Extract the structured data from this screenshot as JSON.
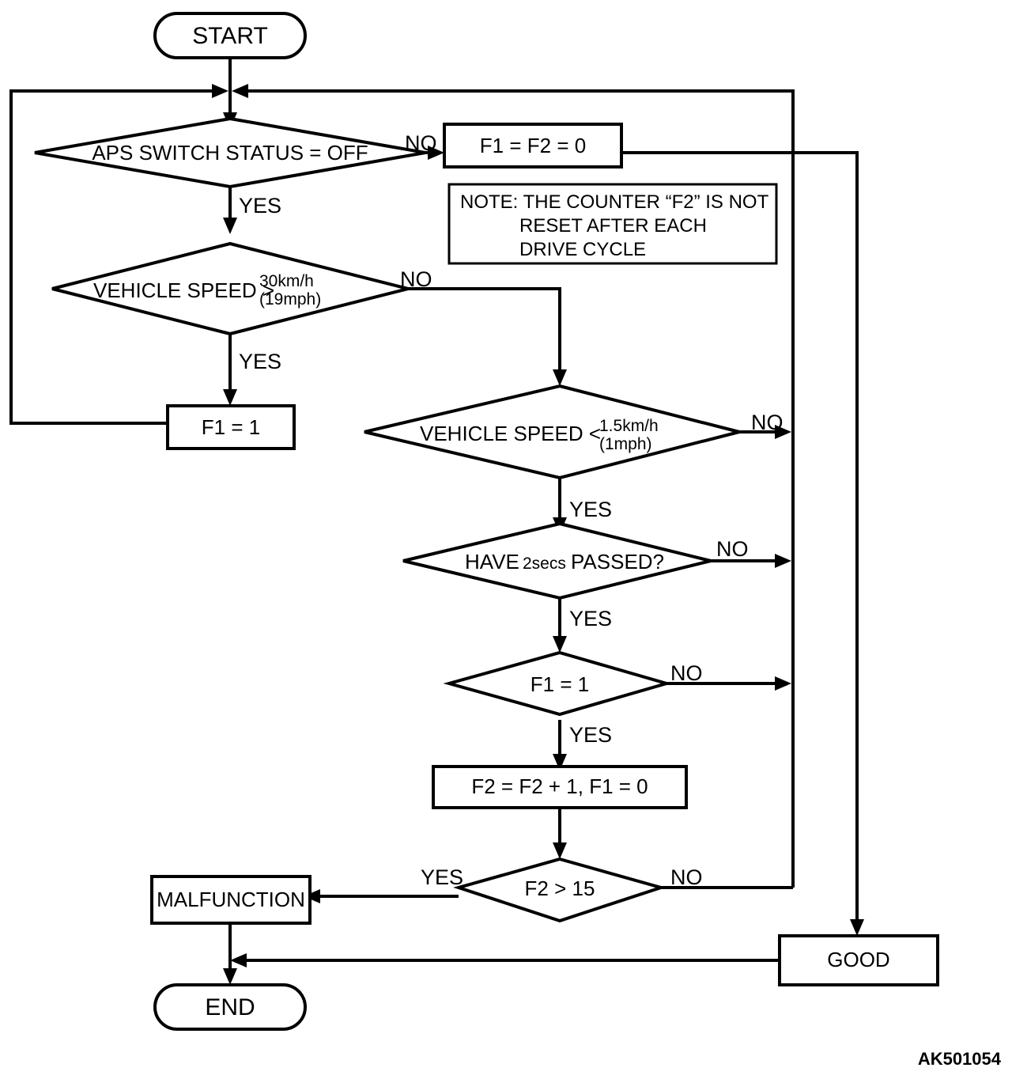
{
  "diagram": {
    "title_code": "AK501054",
    "nodes": {
      "start": "START",
      "end": "END",
      "decision_aps": "APS SWITCH STATUS = OFF",
      "decision_speed_gt_prefix": "VEHICLE SPEED >",
      "decision_speed_gt_value_top": "30km/h",
      "decision_speed_gt_value_bottom": "(19mph)",
      "decision_speed_lt_prefix": "VEHICLE SPEED <",
      "decision_speed_lt_value_top": "1.5km/h",
      "decision_speed_lt_value_bottom": "(1mph)",
      "decision_2secs_prefix": "HAVE",
      "decision_2secs_value": "2secs",
      "decision_2secs_suffix": "PASSED?",
      "decision_f1_eq_1": "F1 = 1",
      "decision_f2_gt_15": "F2 > 15",
      "process_f1_f2_zero": "F1 = F2 = 0",
      "process_f1_one": "F1 = 1",
      "process_f2_increment": "F2 = F2 + 1, F1 = 0",
      "result_malfunction": "MALFUNCTION",
      "result_good": "GOOD"
    },
    "note": {
      "line1": "NOTE: THE COUNTER “F2” IS NOT",
      "line2": "RESET AFTER EACH",
      "line3": "DRIVE CYCLE"
    },
    "branch_labels": {
      "aps_no": "NO",
      "aps_yes": "YES",
      "speed_gt_no": "NO",
      "speed_gt_yes": "YES",
      "speed_lt_no": "NO",
      "speed_lt_yes": "YES",
      "secs_no": "NO",
      "secs_yes": "YES",
      "f1_no": "NO",
      "f1_yes": "YES",
      "f2_yes": "YES",
      "f2_no": "NO"
    },
    "colors": {
      "stroke": "#000000",
      "fill": "#ffffff",
      "text": "#000000"
    }
  }
}
